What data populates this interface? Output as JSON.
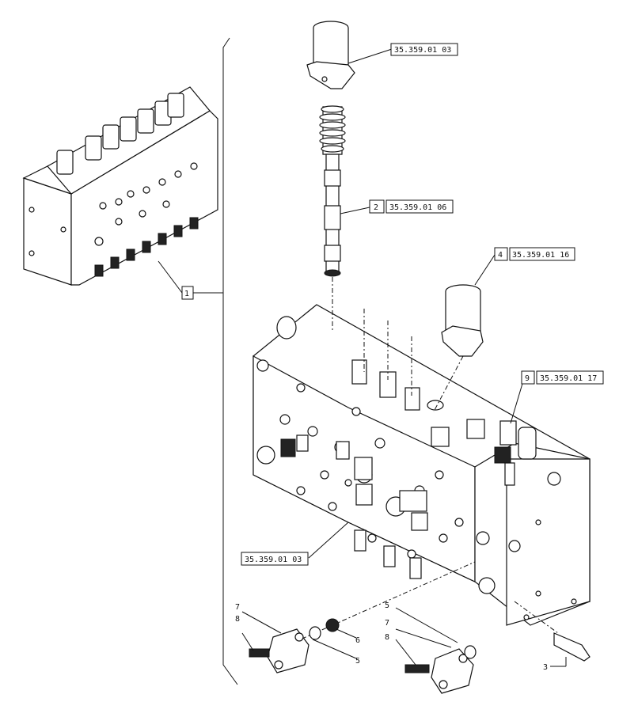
{
  "callouts": {
    "ref_top": "35.359.01 03",
    "ref_spool": "35.359.01 06",
    "ref_solenoid": "35.359.01 16",
    "ref_valve": "35.359.01 17",
    "ref_block": "35.359.01 03",
    "idx_1": "1",
    "idx_2": "2",
    "idx_4": "4",
    "idx_9": "9"
  },
  "numbers": {
    "n3": "3",
    "n5a": "5",
    "n5b": "5",
    "n6": "6",
    "n7a": "7",
    "n7b": "7",
    "n8a": "8",
    "n8b": "8"
  }
}
